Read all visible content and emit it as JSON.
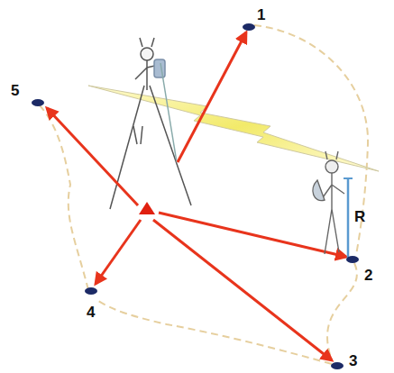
{
  "diagram": {
    "labels": [
      "1",
      "5",
      "R",
      "2",
      "4",
      "3"
    ]
  }
}
